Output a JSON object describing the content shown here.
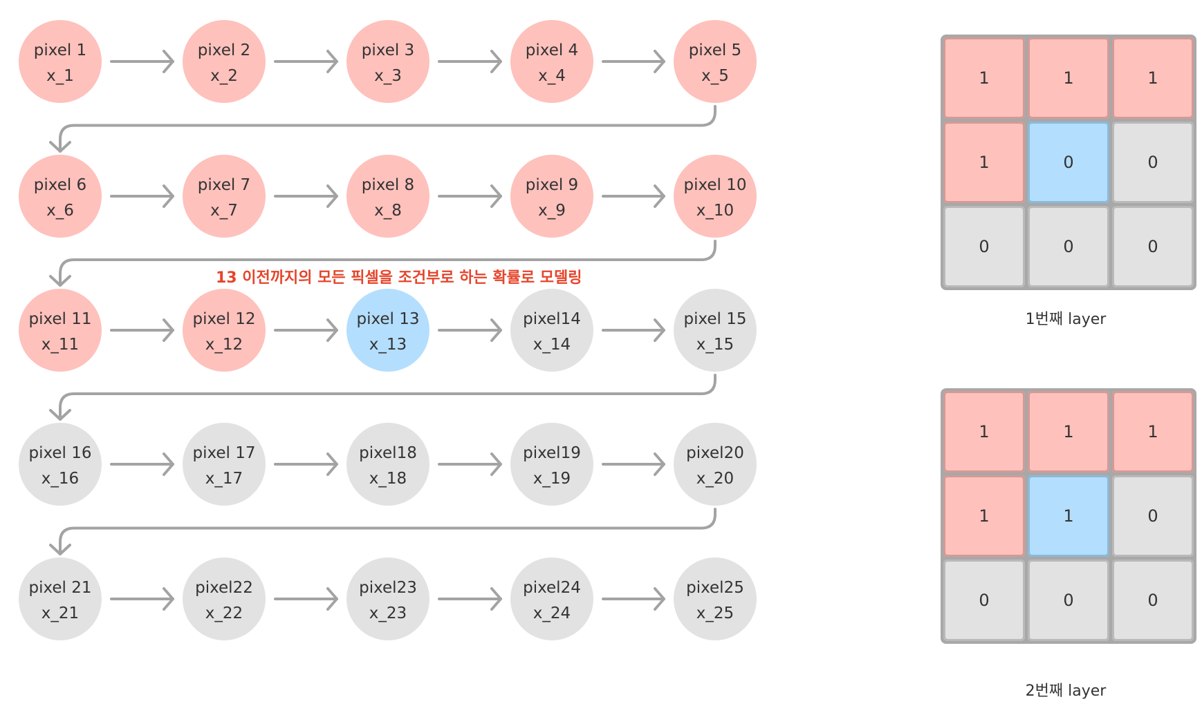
{
  "colors": {
    "red": "#fec1bc",
    "blue": "#b4defd",
    "gray": "#e2e2e2",
    "arrow": "#a3a3a3",
    "annotation": "#e5452b",
    "text": "#333333"
  },
  "sequence": {
    "annotation": "13 이전까지의 모든 픽셀을 조건부로 하는 확률로 모델링",
    "nodes": [
      {
        "label": "pixel 1",
        "var": "x_1",
        "state": "red"
      },
      {
        "label": "pixel 2",
        "var": "x_2",
        "state": "red"
      },
      {
        "label": "pixel 3",
        "var": "x_3",
        "state": "red"
      },
      {
        "label": "pixel 4",
        "var": "x_4",
        "state": "red"
      },
      {
        "label": "pixel 5",
        "var": "x_5",
        "state": "red"
      },
      {
        "label": "pixel 6",
        "var": "x_6",
        "state": "red"
      },
      {
        "label": "pixel 7",
        "var": "x_7",
        "state": "red"
      },
      {
        "label": "pixel 8",
        "var": "x_8",
        "state": "red"
      },
      {
        "label": "pixel 9",
        "var": "x_9",
        "state": "red"
      },
      {
        "label": "pixel 10",
        "var": "x_10",
        "state": "red"
      },
      {
        "label": "pixel 11",
        "var": "x_11",
        "state": "red"
      },
      {
        "label": "pixel 12",
        "var": "x_12",
        "state": "red"
      },
      {
        "label": "pixel 13",
        "var": "x_13",
        "state": "blue"
      },
      {
        "label": "pixel14",
        "var": "x_14",
        "state": "gray"
      },
      {
        "label": "pixel 15",
        "var": "x_15",
        "state": "gray"
      },
      {
        "label": "pixel 16",
        "var": "x_16",
        "state": "gray"
      },
      {
        "label": "pixel 17",
        "var": "x_17",
        "state": "gray"
      },
      {
        "label": "pixel18",
        "var": "x_18",
        "state": "gray"
      },
      {
        "label": "pixel19",
        "var": "x_19",
        "state": "gray"
      },
      {
        "label": "pixel20",
        "var": "x_20",
        "state": "gray"
      },
      {
        "label": "pixel 21",
        "var": "x_21",
        "state": "gray"
      },
      {
        "label": "pixel22",
        "var": "x_22",
        "state": "gray"
      },
      {
        "label": "pixel23",
        "var": "x_23",
        "state": "gray"
      },
      {
        "label": "pixel24",
        "var": "x_24",
        "state": "gray"
      },
      {
        "label": "pixel25",
        "var": "x_25",
        "state": "gray"
      }
    ]
  },
  "layers": [
    {
      "caption": "1번째 layer",
      "cells": [
        {
          "value": "1",
          "state": "red"
        },
        {
          "value": "1",
          "state": "red"
        },
        {
          "value": "1",
          "state": "red"
        },
        {
          "value": "1",
          "state": "red"
        },
        {
          "value": "0",
          "state": "blue"
        },
        {
          "value": "0",
          "state": "gray"
        },
        {
          "value": "0",
          "state": "gray"
        },
        {
          "value": "0",
          "state": "gray"
        },
        {
          "value": "0",
          "state": "gray"
        }
      ]
    },
    {
      "caption": "2번째 layer",
      "cells": [
        {
          "value": "1",
          "state": "red"
        },
        {
          "value": "1",
          "state": "red"
        },
        {
          "value": "1",
          "state": "red"
        },
        {
          "value": "1",
          "state": "red"
        },
        {
          "value": "1",
          "state": "blue"
        },
        {
          "value": "0",
          "state": "gray"
        },
        {
          "value": "0",
          "state": "gray"
        },
        {
          "value": "0",
          "state": "gray"
        },
        {
          "value": "0",
          "state": "gray"
        }
      ]
    }
  ]
}
